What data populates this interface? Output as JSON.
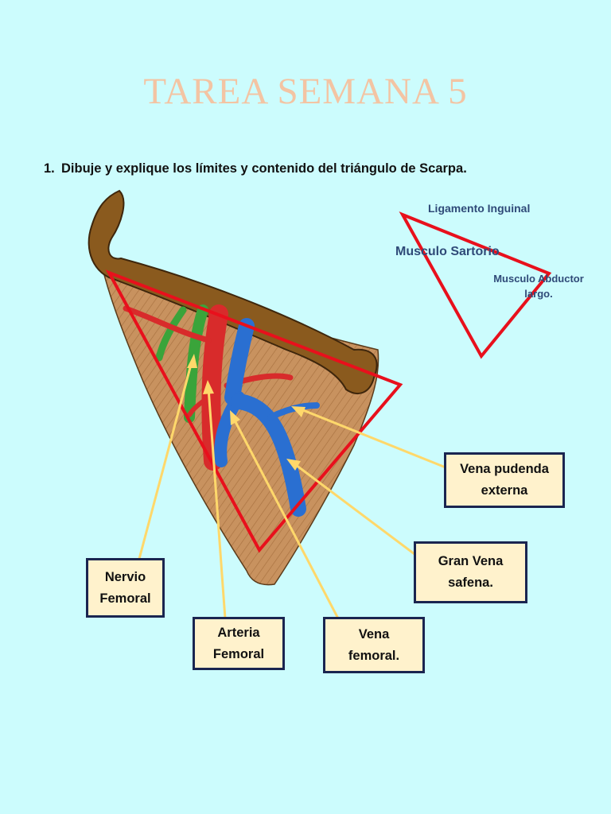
{
  "title": "TAREA SEMANA 5",
  "question": {
    "number": "1.",
    "text": "Dibuje y explique los límites y contenido del triángulo de Scarpa."
  },
  "schema": {
    "ligamento": "Ligamento Inguinal",
    "sartorio": "Musculo Sartorio",
    "abductor": "Musculo Abductor\nlargo."
  },
  "labels": {
    "vena_pudenda": "Vena pudenda\nexterna",
    "gran_vena": "Gran Vena\nsafena.",
    "nervio": "Nervio\nFemoral",
    "arteria": "Arteria\nFemoral",
    "vena_femoral": "Vena\nfemoral."
  },
  "colors": {
    "background": "#ccfcfd",
    "title": "#f3c4a3",
    "triangle_outline": "#e8101c",
    "arrow": "#ffd86b",
    "label_fill": "#fff2cc",
    "label_border": "#1a2550",
    "artery": "#d82b2b",
    "vein": "#2a6fd1",
    "nerve": "#3aa43a",
    "muscle": "#c48f5c",
    "ligament": "#8a5a1e"
  }
}
